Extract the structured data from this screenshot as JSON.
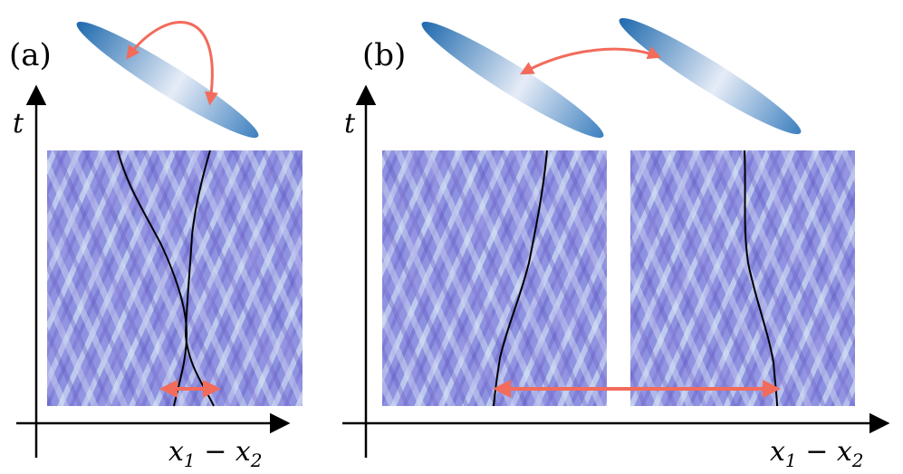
{
  "panel_a": {
    "label": "(a)",
    "y_axis_label": "t",
    "x_axis_label": {
      "var1": "x",
      "sub1": "1",
      "minus": " − ",
      "var2": "x",
      "sub2": "2"
    }
  },
  "panel_b": {
    "label": "(b)",
    "y_axis_label": "t",
    "x_axis_label": {
      "var1": "x",
      "sub1": "1",
      "minus": " − ",
      "var2": "x",
      "sub2": "2"
    }
  },
  "colors": {
    "arrow": "#f26b5b",
    "ellipse_dark": "#2f77b8",
    "ellipse_light": "#e8eef8",
    "density_base": "#8a8ee0",
    "density_light": "#d8e6f4",
    "density_dark": "#5a50c0",
    "trajectory": "#000000",
    "axis": "#000000"
  }
}
